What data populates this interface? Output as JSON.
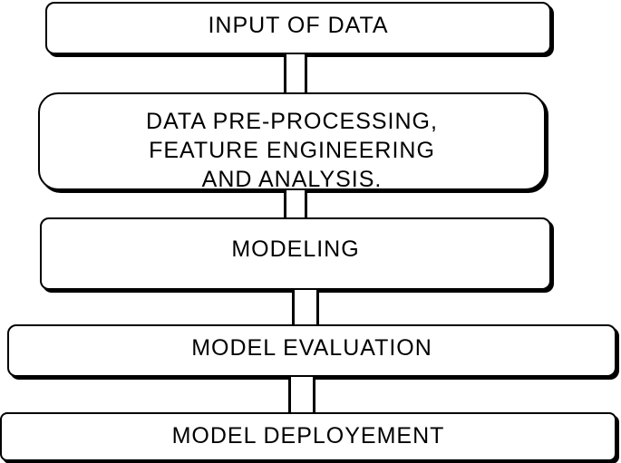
{
  "diagram": {
    "steps": [
      {
        "label": "INPUT OF DATA"
      },
      {
        "label": "DATA PRE-PROCESSING,\nFEATURE ENGINEERING\nAND ANALYSIS."
      },
      {
        "label": "MODELING"
      },
      {
        "label": "MODEL EVALUATION"
      },
      {
        "label": "MODEL DEPLOYEMENT"
      }
    ]
  }
}
